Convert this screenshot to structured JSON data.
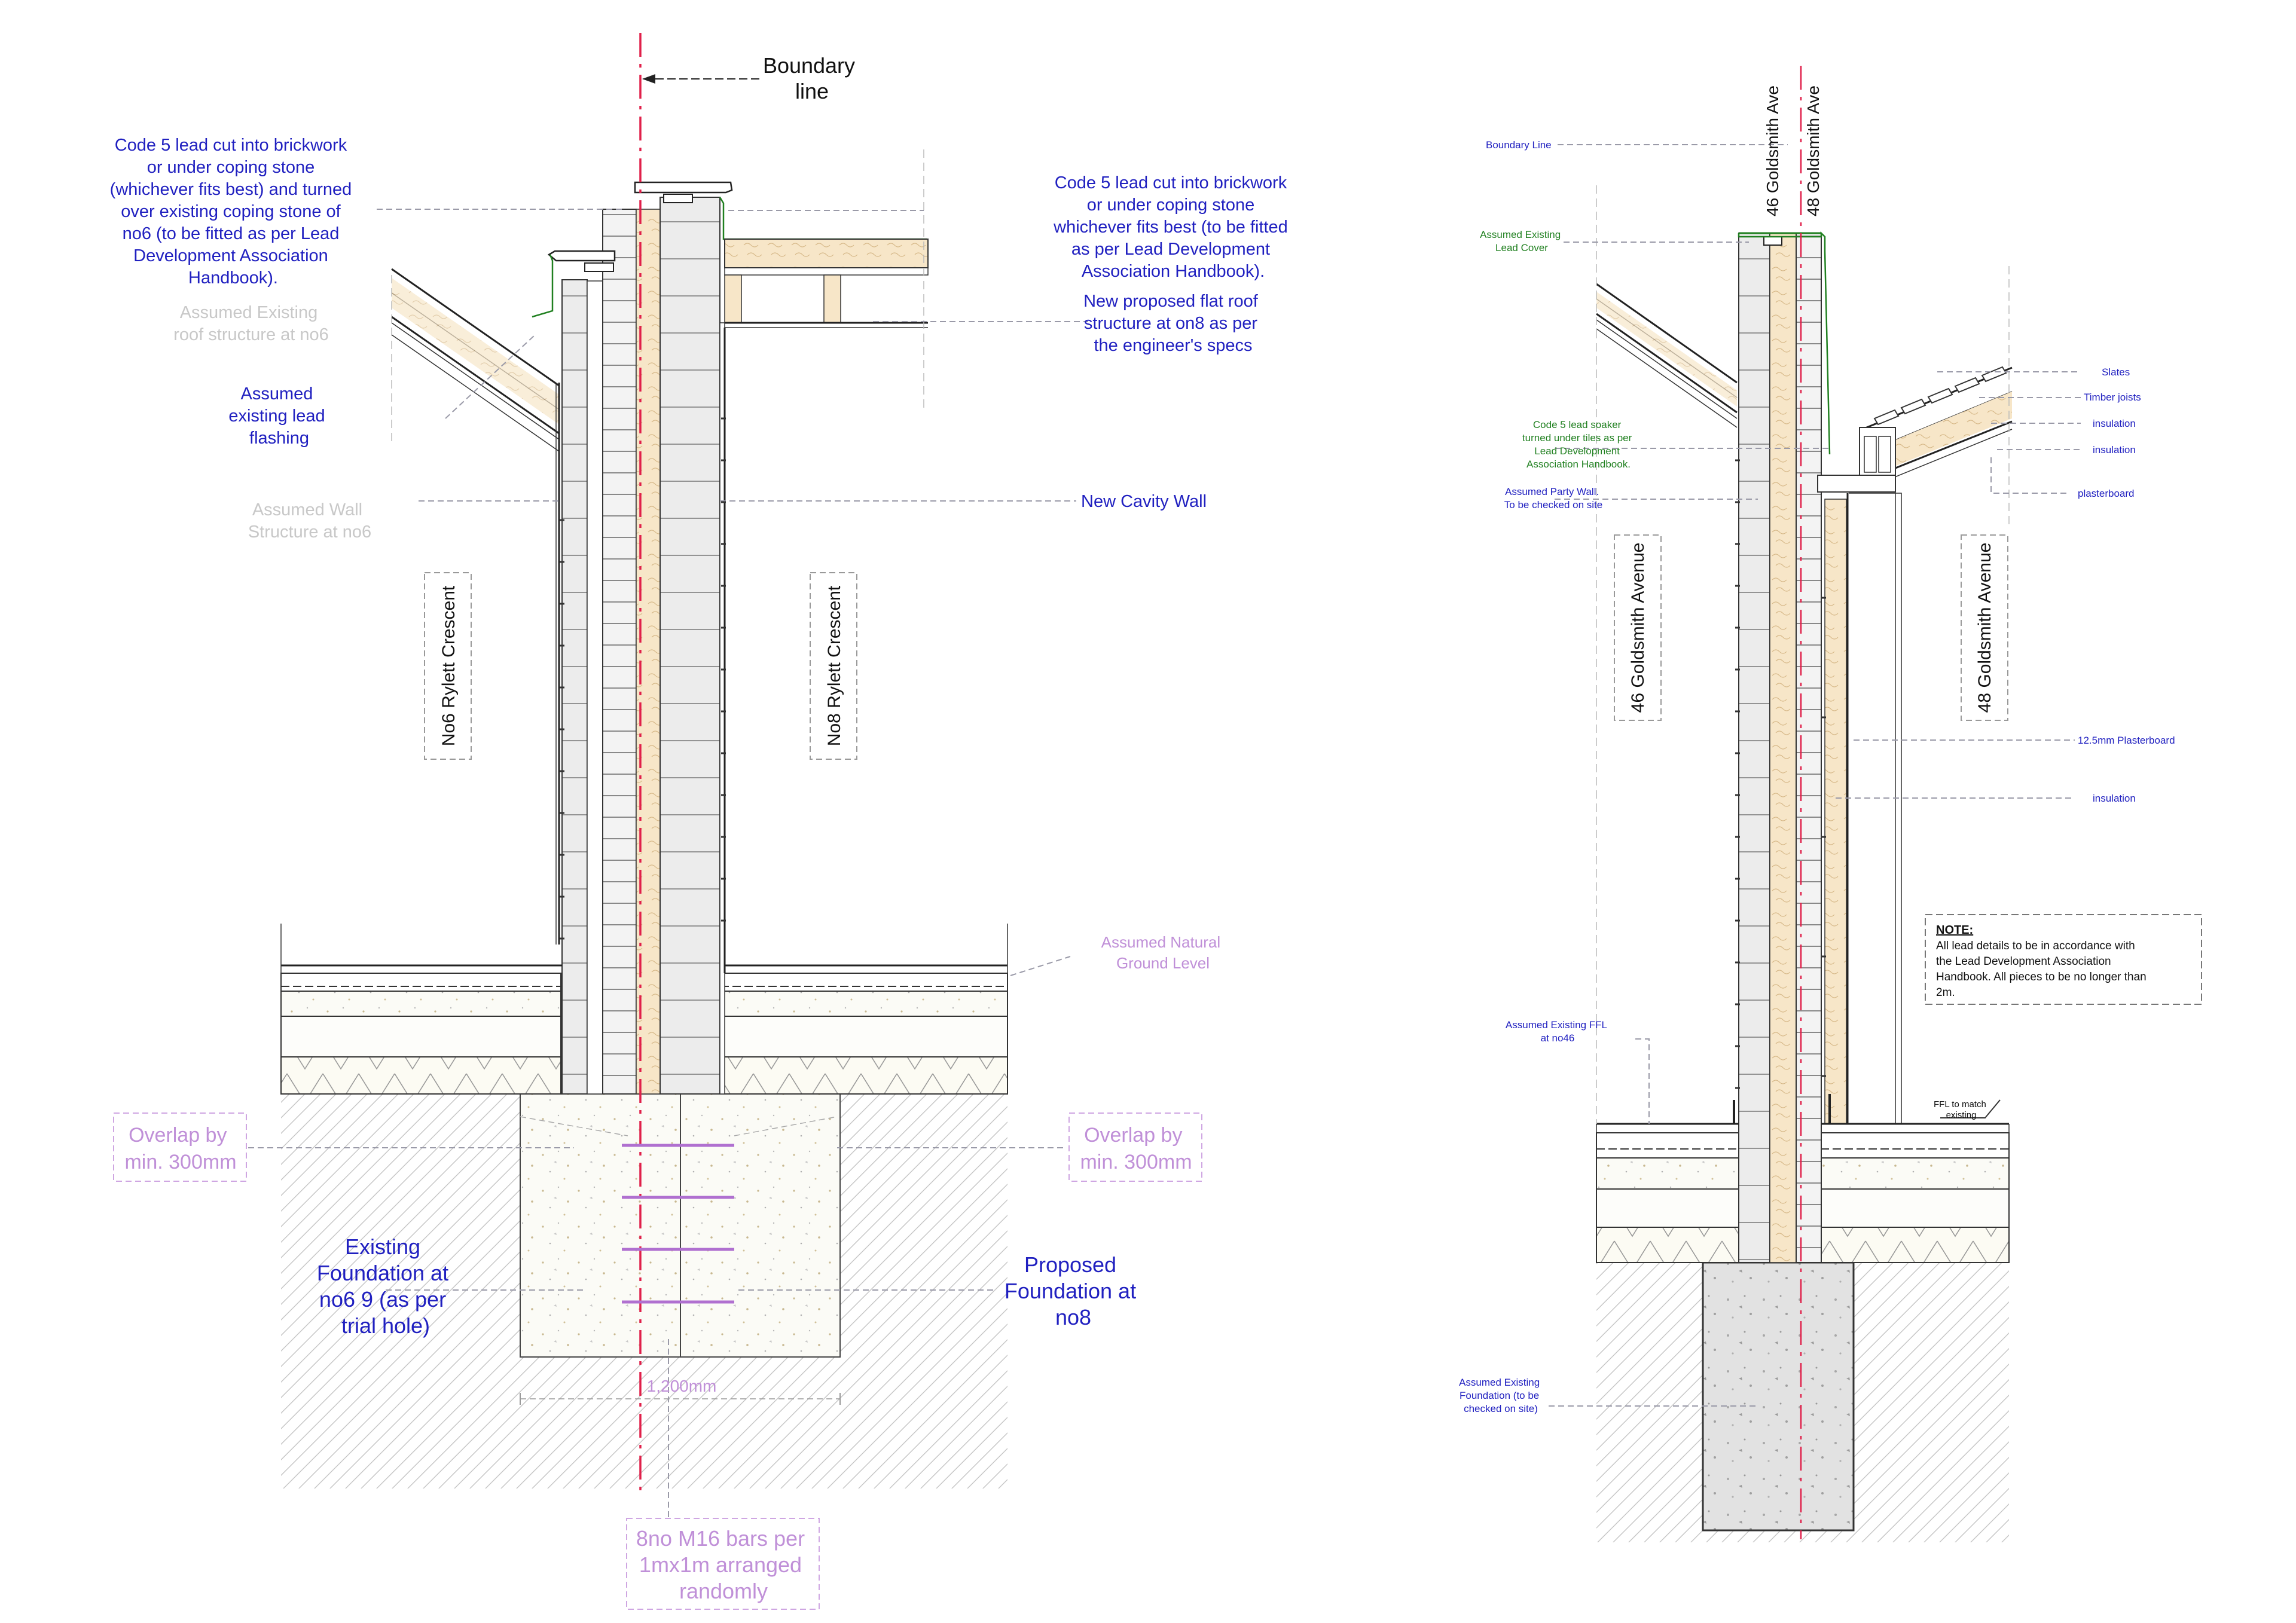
{
  "left_detail": {
    "boundary_line": [
      "Boundary",
      "line"
    ],
    "code5_left": [
      "Code 5 lead cut into brickwork",
      "or under coping stone",
      "(whichever fits best) and turned",
      "over existing coping stone of",
      "no6 (to be fitted as per Lead",
      "Development Association",
      "Handbook)."
    ],
    "code5_right": [
      "Code 5 lead cut into brickwork",
      "or under coping stone",
      "whichever fits best (to be fitted",
      "as per Lead Development",
      "Association Handbook)."
    ],
    "roof_no6": [
      "Assumed Existing",
      "roof structure at no6"
    ],
    "lead_flashing": [
      "Assumed",
      "existing lead",
      "flashing"
    ],
    "flat_roof": [
      "New proposed flat roof",
      "structure at on8 as per",
      "the engineer's specs"
    ],
    "wall_no6": [
      "Assumed Wall",
      "Structure at no6"
    ],
    "cavity_wall": "New Cavity Wall",
    "room_no6": "No6 Rylett Crescent",
    "room_no8": "No8 Rylett Crescent",
    "ground_level": [
      "Assumed Natural",
      "Ground Level"
    ],
    "overlap_left": [
      "Overlap by",
      "min. 300mm"
    ],
    "overlap_right": [
      "Overlap by",
      "min. 300mm"
    ],
    "existing_foundation": [
      "Existing",
      "Foundation at",
      "no6 9 (as per",
      "trial hole)"
    ],
    "proposed_foundation": [
      "Proposed",
      "Foundation at",
      "no8"
    ],
    "dimension": "1,200mm",
    "bars": [
      "8no M16 bars per",
      "1mx1m arranged",
      "randomly"
    ]
  },
  "right_detail": {
    "boundary_line": "Boundary Line",
    "top_46": "46 Goldsmith Ave",
    "top_48": "48 Goldsmith Ave",
    "lead_cover": [
      "Assumed Existing",
      "Lead Cover"
    ],
    "slates": "Slates",
    "timber_joists": "Timber joists",
    "insulation_1": "insulation",
    "insulation_2": "insulation",
    "plasterboard": "plasterboard",
    "lead_soaker": [
      "Code 5 lead soaker",
      "turned under tiles as per",
      "Lead Development",
      "Association Handbook."
    ],
    "party_wall": [
      "Assumed Party Wall.",
      "To be checked on site"
    ],
    "room_46": "46 Goldsmith Avenue",
    "room_48": "48 Goldsmith Avenue",
    "plasterboard_125": "12.5mm Plasterboard",
    "insulation_3": "insulation",
    "note_title": "NOTE:",
    "note_lines": [
      "All lead details to be in accordance with",
      "the Lead Development Association",
      "Handbook. All pieces to be no longer than",
      "2m."
    ],
    "ffl": [
      "Assumed Existing FFL",
      "at no46"
    ],
    "ffl_match": [
      "FFL to match",
      "existing"
    ],
    "foundation": [
      "Assumed Existing",
      "Foundation (to be",
      "checked on site)"
    ]
  },
  "colors": {
    "annotation_blue": "#2020c0",
    "faded_grey": "#c8c8c8",
    "lead_green": "#208020",
    "overlap_pink": "#c090d8",
    "boundary_red": "#e0204a",
    "insulation_beige": "#f7e6c8"
  }
}
